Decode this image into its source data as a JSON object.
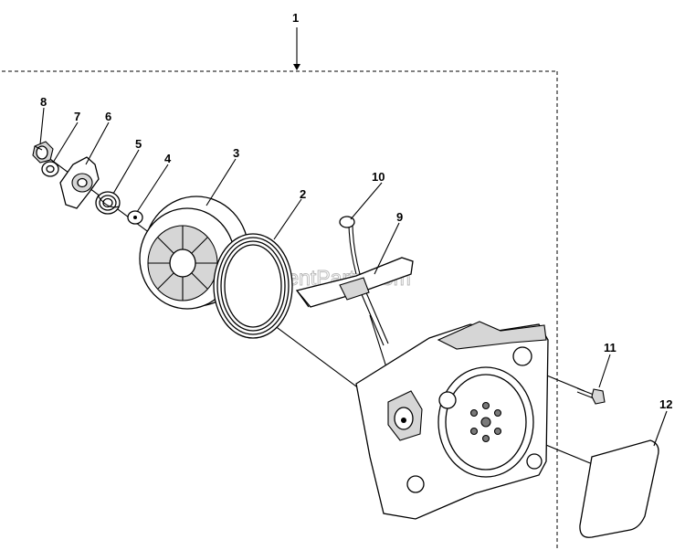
{
  "watermark": "eReplacementParts.com",
  "callouts": {
    "c1": "1",
    "c2": "2",
    "c3": "3",
    "c4": "4",
    "c5": "5",
    "c6": "6",
    "c7": "7",
    "c8": "8",
    "c9": "9",
    "c10": "10",
    "c11": "11",
    "c12": "12"
  }
}
